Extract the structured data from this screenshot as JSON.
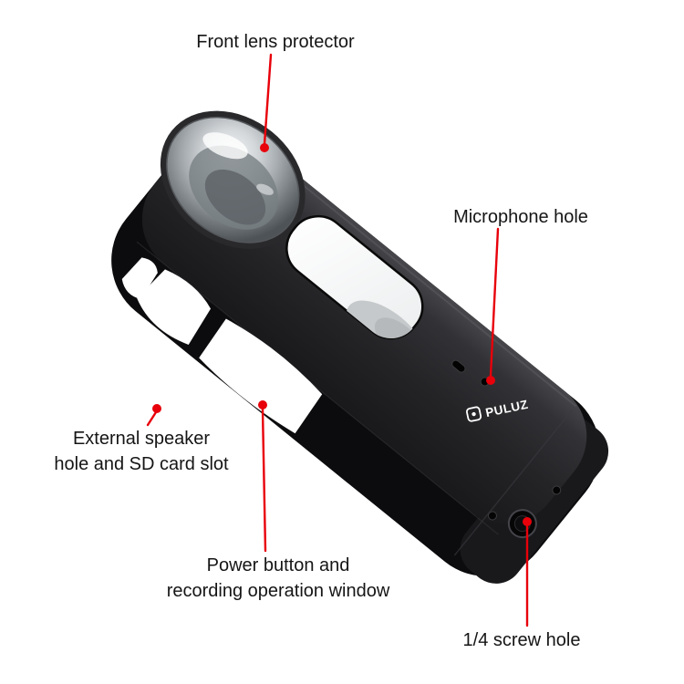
{
  "page": {
    "background_color": "#ffffff",
    "description": "Annotated product diagram of a black protective case for a panoramic camera"
  },
  "product": {
    "name": "Protective case",
    "logo_text": "PULUZ",
    "body_color": "#0c0c0e"
  },
  "annotation": {
    "color": "#e8000a",
    "text_color": "#151515"
  },
  "callouts": [
    {
      "id": "front-lens-protector",
      "lines": [
        "Front lens protector"
      ]
    },
    {
      "id": "microphone-hole",
      "lines": [
        "Microphone hole"
      ]
    },
    {
      "id": "external-speaker-sd-slot",
      "lines": [
        "External speaker",
        "hole and SD card slot"
      ]
    },
    {
      "id": "power-recording-window",
      "lines": [
        "Power button and",
        "recording operation window"
      ]
    },
    {
      "id": "quarter-inch-screw-hole",
      "lines": [
        "1/4 screw hole"
      ]
    }
  ]
}
